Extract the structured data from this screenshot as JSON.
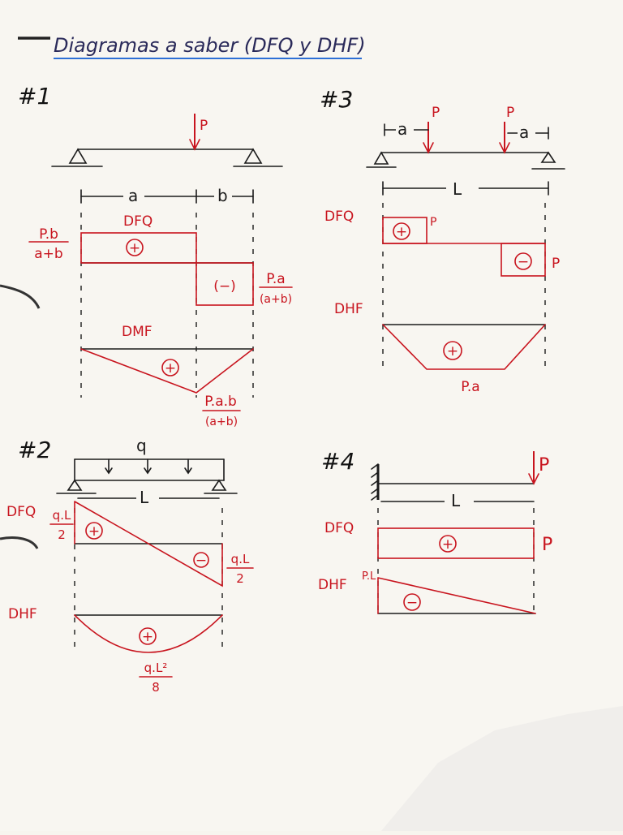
{
  "title": "Diagramas a saber (DFQ y DHF)",
  "colors": {
    "ink": "#1b1b1b",
    "red": "#c8141e",
    "underline": "#2d6fd6",
    "paper": "#f8f6f1"
  },
  "d1": {
    "number": "#1",
    "load": "P",
    "dim_a": "a",
    "dim_b": "b",
    "dfq_label": "DFQ",
    "dfq_pos_num": "P.b",
    "dfq_pos_den": "a+b",
    "dfq_neg_num": "P.a",
    "dfq_neg_den": "(a+b)",
    "plus": "+",
    "minus": "(−)",
    "dmf_label": "DMF",
    "dmf_num": "P.a.b",
    "dmf_den": "(a+b)"
  },
  "d2": {
    "number": "#2",
    "load": "q",
    "span": "L",
    "dfq_label": "DFQ",
    "dfq_num": "q.L",
    "dfq_den": "2",
    "dhf_label": "DHF",
    "plus": "+",
    "minus": "−",
    "dhf_num": "q.L²",
    "dhf_den": "8"
  },
  "d3": {
    "number": "#3",
    "load_left": "P",
    "load_right": "P",
    "dim_a_left": "a",
    "dim_a_right": "a",
    "span": "L",
    "dfq_label": "DFQ",
    "dfq_pos": "P",
    "dfq_neg": "P",
    "dhf_label": "DHF",
    "plus": "+",
    "minus": "−",
    "dhf_value": "P.a"
  },
  "d4": {
    "number": "#4",
    "load": "P",
    "span": "L",
    "dfq_label": "DFQ",
    "dfq_value": "P",
    "dhf_label": "DHF",
    "dhf_value": "P.L",
    "plus": "+",
    "minus": "−"
  }
}
